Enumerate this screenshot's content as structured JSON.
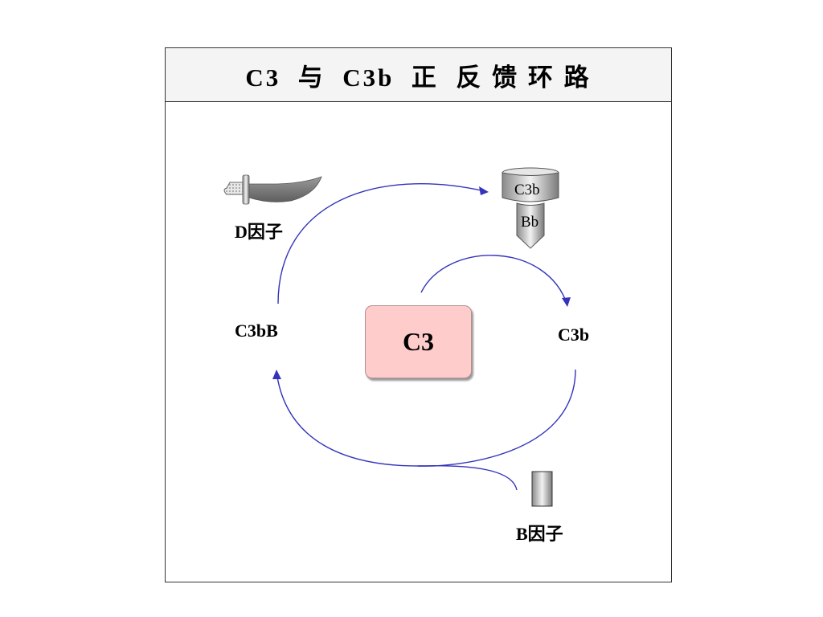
{
  "title": "C3  与  C3b  正  反 馈 环 路",
  "nodes": {
    "center": "C3",
    "right": "C3b",
    "left": "C3bB"
  },
  "factors": {
    "d": "D因子",
    "b": "B因子"
  },
  "convertase": {
    "top": "C3b",
    "bottom": "Bb"
  },
  "colors": {
    "arrow": "#3333bb",
    "c3_fill": "#ffcccc",
    "title_fill": "#f4f4f4"
  },
  "icons": [
    "knife-icon",
    "convertase-icon",
    "factor-b-cylinder-icon"
  ]
}
